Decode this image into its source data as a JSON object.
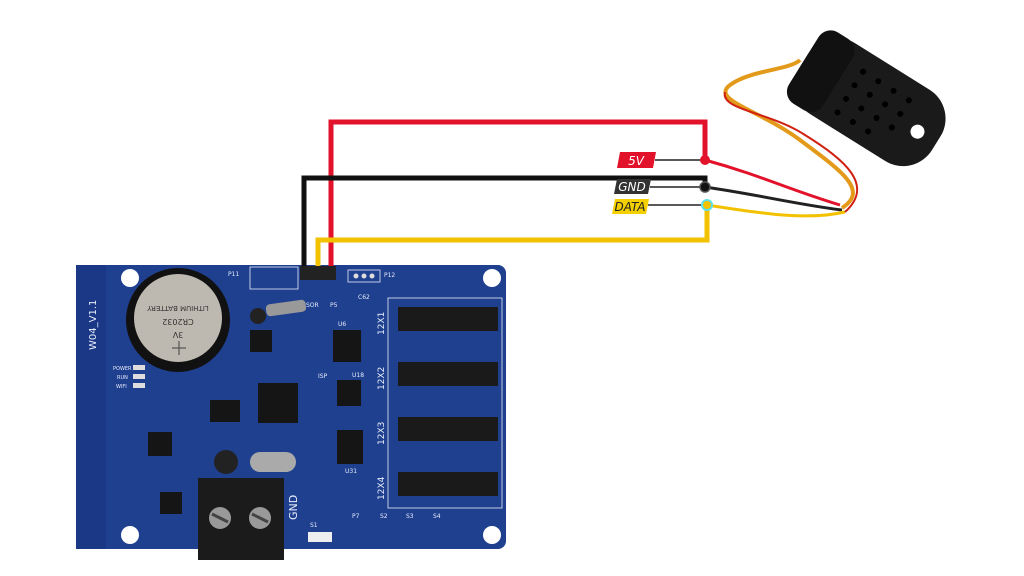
{
  "diagram": {
    "pins": [
      {
        "label": "5V",
        "color": "#e3122b",
        "text_color": "#ffffff"
      },
      {
        "label": "GND",
        "color": "#333333",
        "text_color": "#ffffff"
      },
      {
        "label": "DATA",
        "color": "#f5d000",
        "text_color": "#222222"
      }
    ],
    "wire_colors": {
      "power": "#e3122b",
      "ground": "#111111",
      "data": "#f2c200"
    },
    "board": {
      "model": "W04_V1.1",
      "battery": {
        "line1": "LITHIUM BATTERY",
        "line2": "CR2032",
        "line3": "3V"
      },
      "headers": [
        "12X1",
        "12X2",
        "12X3",
        "12X4"
      ],
      "leds": [
        "POWER",
        "RUN",
        "WIFI"
      ],
      "silk": {
        "p11": "P11",
        "p12": "P12",
        "p5": "P5",
        "sor": "SOR",
        "gnd": "GND",
        "isp": "ISP",
        "u6": "U6",
        "u18": "U18",
        "u31": "U31",
        "s1": "S1",
        "s2": "S2",
        "s3": "S3",
        "s4": "S4",
        "p7": "P7",
        "c62": "C62"
      },
      "board_color": "#1f3f8f"
    }
  }
}
